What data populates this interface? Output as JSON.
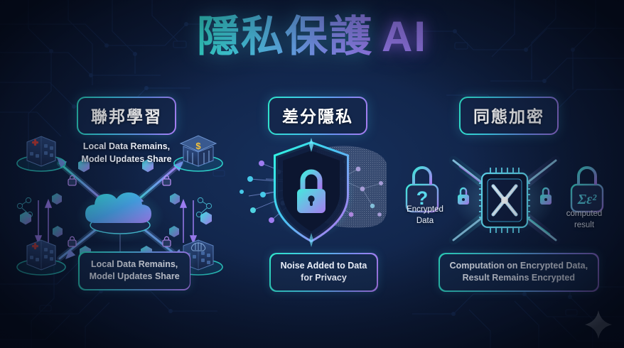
{
  "title": {
    "zh": "隱私保護",
    "ai": "AI"
  },
  "colors": {
    "background_center": "#16305c",
    "background_edge": "#081126",
    "accent_cyan": "#2fe3c8",
    "accent_blue": "#45c6e6",
    "accent_purple": "#a87cf0",
    "pill_fill": "#14274c",
    "text_primary": "#ffffff"
  },
  "panels": [
    {
      "id": "federated-learning",
      "header": "聯邦學習",
      "top_caption": "Local Data Remains,\nModel Updates Share",
      "top_caption_line1": "Local Data Remains,",
      "top_caption_line2": "Model Updates Share",
      "bottom_caption_line1": "Local Data Remains,",
      "bottom_caption_line2": "Model Updates Share",
      "center_icon": "cloud-icon",
      "nodes": [
        {
          "name": "hospital-node-top-left",
          "icon": "hospital-building-icon",
          "badge": "red-cross"
        },
        {
          "name": "bank-node-top-right",
          "icon": "bank-building-icon",
          "badge": "dollar-sign"
        },
        {
          "name": "hospital-node-bottom-left",
          "icon": "hospital-building-icon",
          "badge": "red-cross"
        },
        {
          "name": "research-node-bottom-right",
          "icon": "research-building-icon",
          "badge": "brain"
        }
      ],
      "edge_icons": [
        "padlock-icon",
        "data-cube-icon"
      ]
    },
    {
      "id": "differential-privacy",
      "header": "差分隱私",
      "caption_line1": "Noise Added to Data",
      "caption_line2": "for Privacy",
      "center_icon": "shield-lock-icon",
      "left_region": "clean-data-nodes",
      "right_region": "noisy-data-region"
    },
    {
      "id": "homomorphic-encryption",
      "header": "同態加密",
      "caption_line1": "Computation on Encrypted Data,",
      "caption_line2": "Result Remains Encrypted",
      "input_lock_glyph": "?",
      "input_label_line1": "Encrypted",
      "input_label_line2": "Data",
      "output_lock_glyph": "Σε²",
      "output_label_line1": "computed",
      "output_label_line2": "result",
      "center_icon": "cpu-chip-icon",
      "mid_icons": [
        "small-padlock-icon",
        "small-padlock-icon"
      ]
    }
  ],
  "decor": {
    "sparkle": "four-point-star-icon"
  }
}
